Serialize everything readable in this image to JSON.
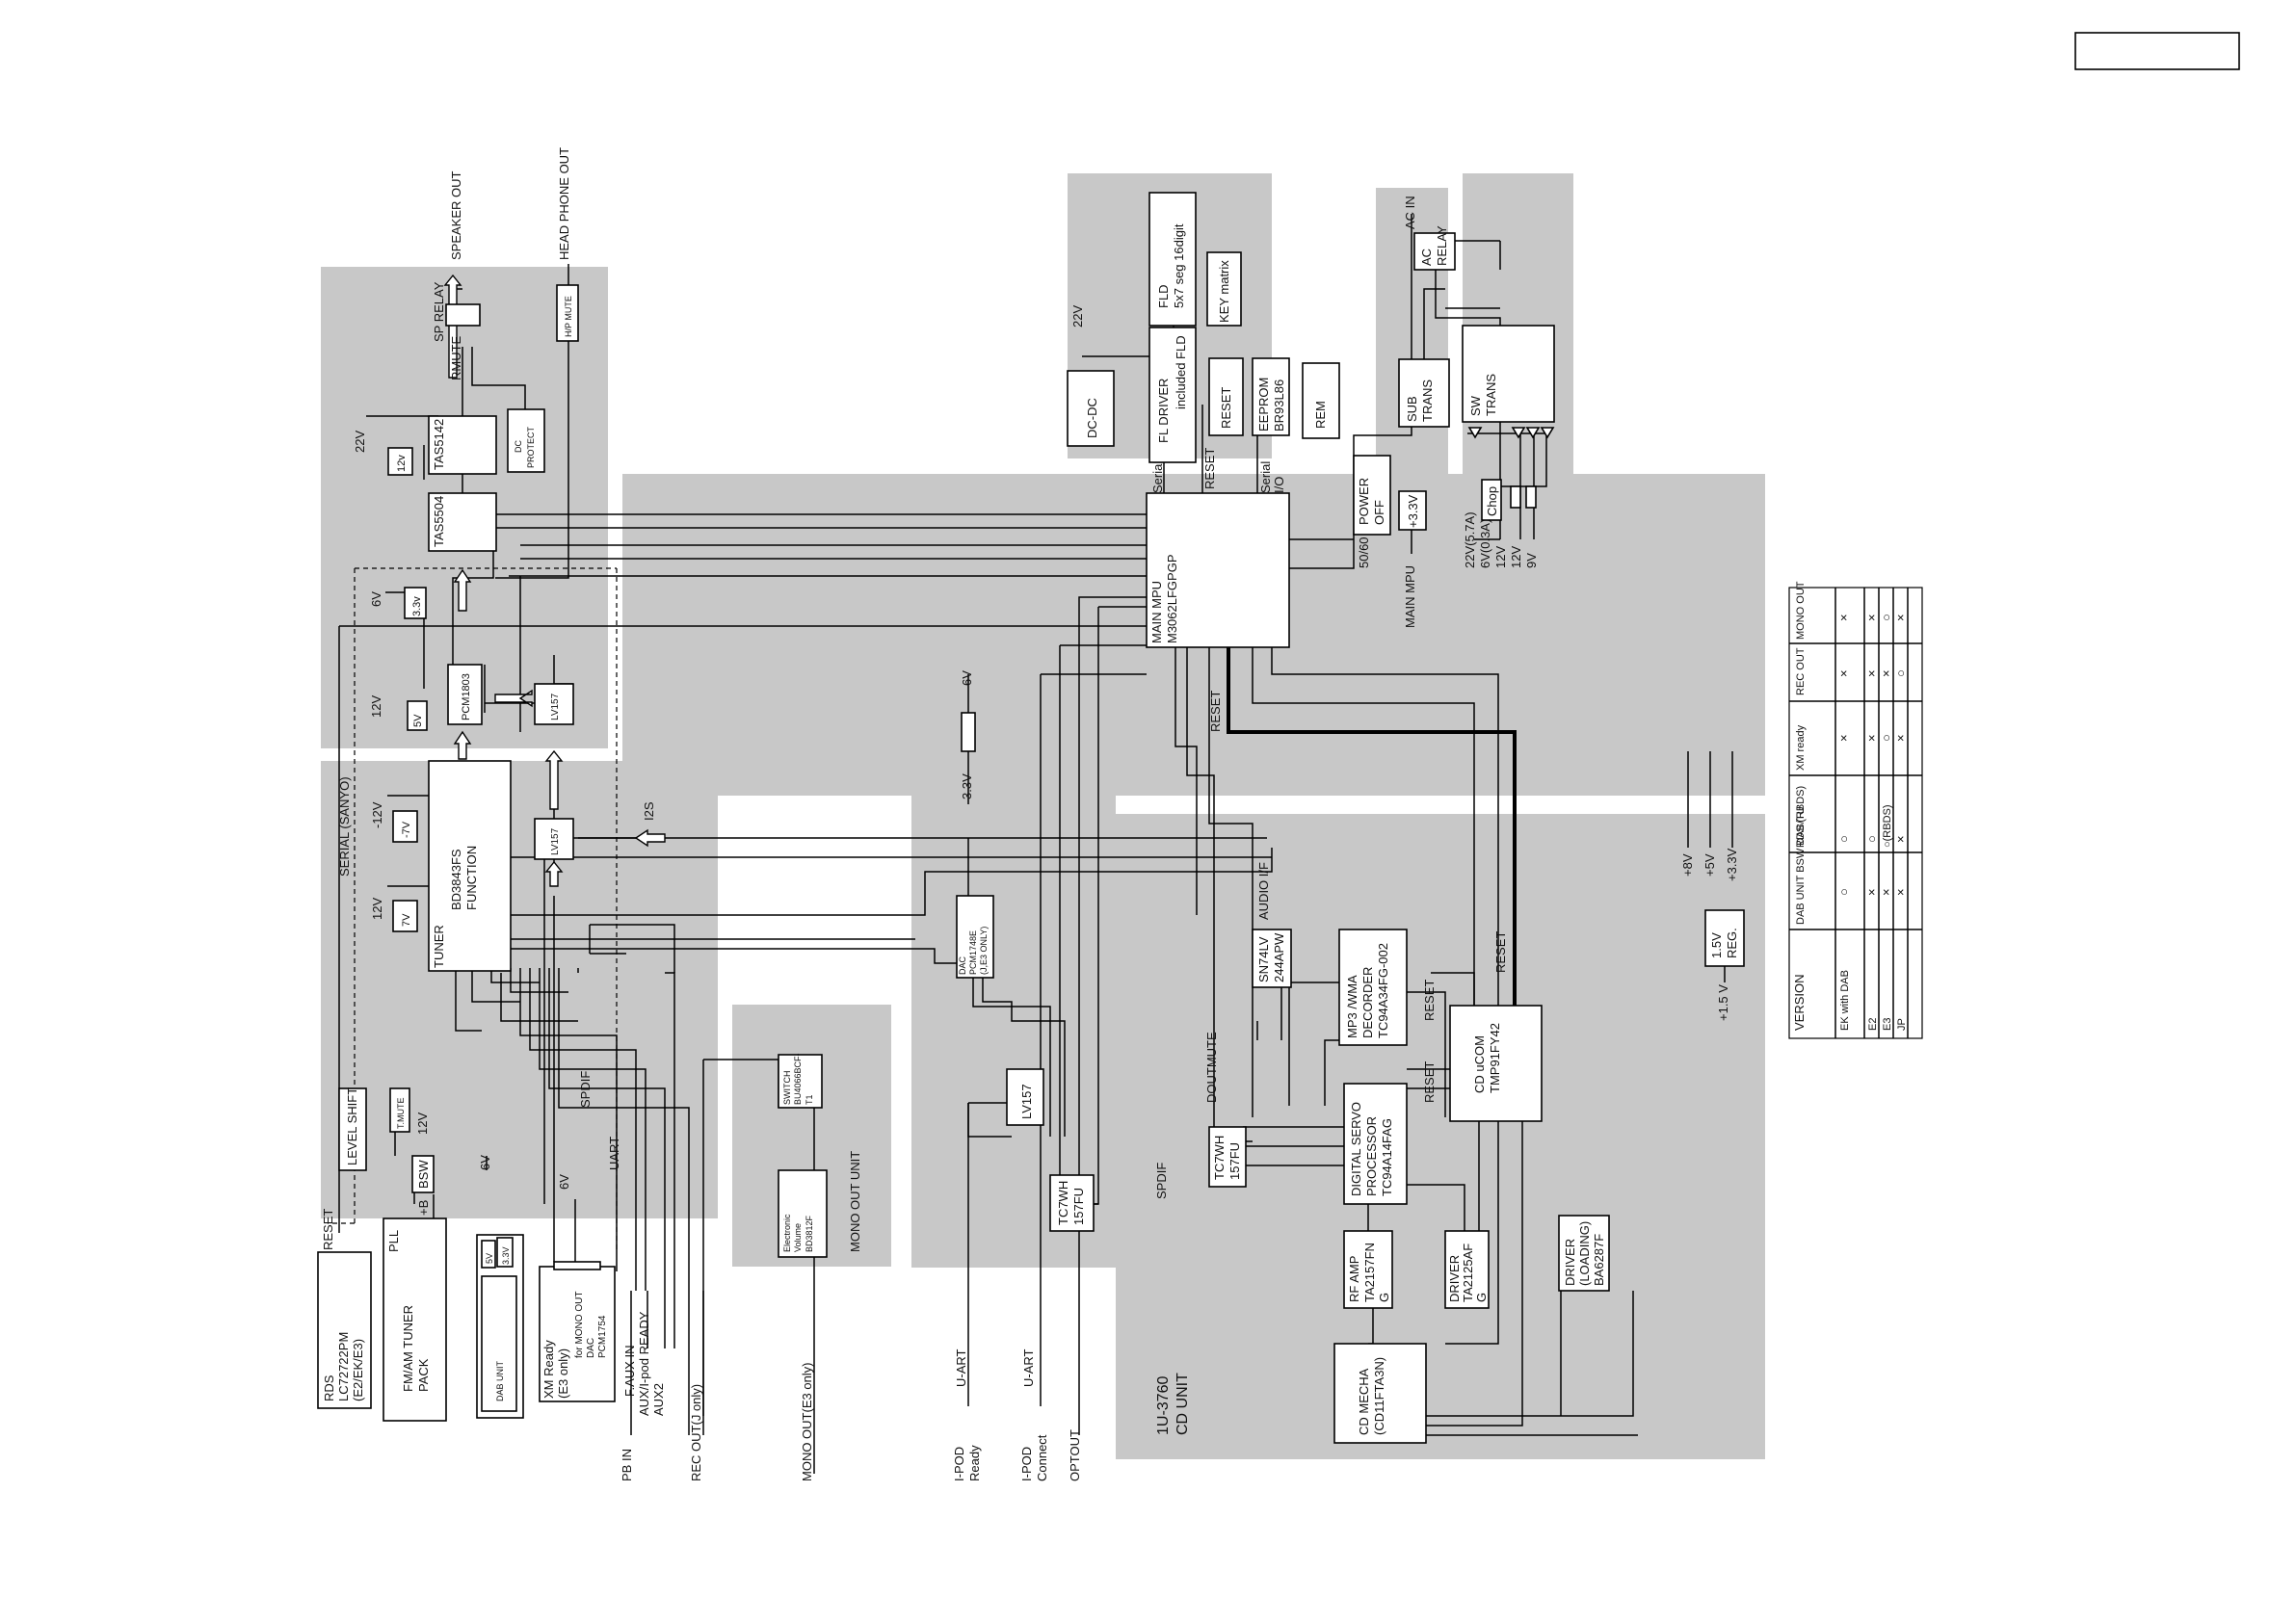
{
  "doc": {
    "page_number_box": ""
  },
  "regions": {
    "mono_out_unit": "MONO OUT UNIT",
    "cd_unit_code": "1U-3760",
    "cd_unit_name": "CD UNIT"
  },
  "blocks": {
    "fld_line1": "FLD",
    "fld_line2": "5x7 seg 16digit",
    "key_matrix": "KEY matrix",
    "fl_driver_line1": "FL DRIVER",
    "fl_driver_line2": "included FLD",
    "dcdc": "DC-DC",
    "reset_mpu": "RESET",
    "eeprom_line1": "EEPROM",
    "eeprom_line2": "BR93L86",
    "rem": "REM",
    "main_mpu_line1": "MAIN MPU",
    "main_mpu_line2": "M3062LFGPGP",
    "power_off_line1": "POWER",
    "power_off_line2": "OFF",
    "reg_33": "+3.3V",
    "sub_trans_line1": "SUB",
    "sub_trans_line2": "TRANS",
    "ac_relay_line1": "AC",
    "ac_relay_line2": "RELAY",
    "sw_trans_line1": "SW",
    "sw_trans_line2": "TRANS",
    "chop": "Chop",
    "tas5142": "TAS5142",
    "tas5504": "TAS5504",
    "v12_box": "12v",
    "dc_protect_line1": "DC",
    "dc_protect_line2": "PROTECT",
    "sp_relay_box": "",
    "hp_mute": "H/P MUTE",
    "v33_box": "3.3v",
    "pcm1803": "PCM1803",
    "v5_box": "5V",
    "lv157_a": "LV157",
    "lv157_b": "LV157",
    "bd3843_line1": "BD3843FS",
    "bd3843_line2": "FUNCTION",
    "neg7v_box": "-7V",
    "v7_box": "7V",
    "tuner": "TUNER",
    "dac_line1": "DAC",
    "dac_line2": "PCM1748E",
    "dac_line3": "(J,E3 ONLY)",
    "switch_line1": "SWITCH",
    "switch_line2": "BU4066BCF-",
    "switch_line3": "T1",
    "evol_line1": "Electronic",
    "evol_line2": "Volume",
    "evol_line3": "BD3812F",
    "level_shift": "LEVEL  SHIFT",
    "t_mute": "T.MUTE",
    "bsw": "BSW",
    "pll": "PLL",
    "fm_am_line1": "FM/AM TUNER",
    "fm_am_line2": "PACK",
    "b_plus": "+B",
    "rds_line1": "RDS",
    "rds_line2": "LC72722PM",
    "rds_line3": "(E2/EK/E3)",
    "dab_unit": "DAB UNIT",
    "dab_5v": "5V",
    "dab_33v": "3.3V",
    "xm_line1": "XM   Ready",
    "xm_line2": "(E3  only)",
    "xm_mono_line1": "for MONO  OUT",
    "xm_mono_line2": "DAC",
    "xm_mono_line3": "PCM1754",
    "lv157_c": "LV157",
    "tc7wh_a_line1": "TC7WH",
    "tc7wh_a_line2": "157FU",
    "tc7wh_b_line1": "TC7WH",
    "tc7wh_b_line2": "157FU",
    "sn74lv_line1": "SN74LV",
    "sn74lv_line2": "244APW",
    "mp3_line1": "MP3 /WMA",
    "mp3_line2": "DECORDER",
    "mp3_line3": "TC94A34FG-002",
    "dsp_line1": "DIGITAL SERVO",
    "dsp_line2": "PROCESSOR",
    "dsp_line3": "TC94A14FAG",
    "cd_ucom_line1": "CD uCOM",
    "cd_ucom_line2": "TMP91FY42",
    "rf_amp_line1": "RF AMP",
    "rf_amp_line2": "TA2157FN",
    "rf_amp_line3": "G",
    "driver_line1": "DRIVER",
    "driver_line2": "TA2125AF",
    "driver_line3": "G",
    "driver_load_line1": "DRIVER",
    "driver_load_line2": "(LOADING)",
    "driver_load_line3": "BA6287F",
    "cd_mecha_line1": "CD MECHA",
    "cd_mecha_line2": "(CD11FTA3N)",
    "reg15_line1": "1.5V",
    "reg15_line2": "REG."
  },
  "labels": {
    "v22_top": "22V",
    "serial_fl": "Serial",
    "reset_fl": "RESET",
    "serial_io_line1": "Serial",
    "serial_io_line2": "I/O",
    "hz_5060": "50/60",
    "main_mpu_out": "MAIN MPU",
    "ac_in": "AC IN",
    "out_22v": "22V(5.7A)",
    "out_6v": "6V(0.3A)",
    "out_12v_a": "12V",
    "out_12v_b": "12V",
    "out_9v": "9V",
    "speaker_out": "SPEAKER OUT",
    "head_phone_out": "HEAD PHONE OUT",
    "sp_relay": "SP RELAY",
    "rmute": "RMUTE",
    "v22_amp": "22V",
    "v6_amp": "6V",
    "v12_amp": "12V",
    "neg12v": "-12V",
    "v12_tuner": "12V",
    "serial_sanyo": "SERIAL (SANYO)",
    "i2s": "I2S",
    "v6_res": "6V",
    "v33_res": "3.3V",
    "reset_main": "RESET",
    "reset_cd": "RESET",
    "reset_mp3": "RESET",
    "reset_dsp": "RESET",
    "audio_if": "AUDIO I/F",
    "doutmute": "DOUTMUTE",
    "spdif_cd": "SPDIF",
    "spdif_left": "SPDIF",
    "uart_left": "UART",
    "v12_pll": "12V",
    "v6_dab": "6V",
    "v6_xm": "6V",
    "reset_rds": "RESET",
    "plus8v": "+8V",
    "plus5v": "+5V",
    "plus33v": "+3.3V",
    "plus15v": "+1.5 V"
  },
  "connectors": {
    "pb_in": "PB IN",
    "f_aux_in": "F.AUX IN",
    "aux_ipod": "AUX/I-pod  READY",
    "aux2": "AUX2",
    "rec_out": "REC OUT(J  only)",
    "mono_out": "MONO OUT(E3  only)",
    "ipod_ready_line1": "I-POD",
    "ipod_ready_line2": "Ready",
    "uart_1": "U-ART",
    "ipod_connect_line1": "I-POD",
    "ipod_connect_line2": "Connect",
    "uart_2": "U-ART",
    "optout": "OPTOUT"
  },
  "version_table": {
    "headers": [
      "VERSION",
      "DAB UNIT BSW DAB/TU",
      "RDS (RBDS)",
      "XM ready",
      "REC OUT",
      "MONO OUT"
    ],
    "rows": [
      [
        "EK with DAB",
        "○",
        "○",
        "×",
        "×",
        "×"
      ],
      [
        "E2",
        "×",
        "○",
        "×",
        "×",
        "×"
      ],
      [
        "E3",
        "×",
        "○(RBDS)",
        "○",
        "×",
        "○"
      ],
      [
        "JP",
        "×",
        "×",
        "×",
        "○",
        "×"
      ]
    ]
  }
}
